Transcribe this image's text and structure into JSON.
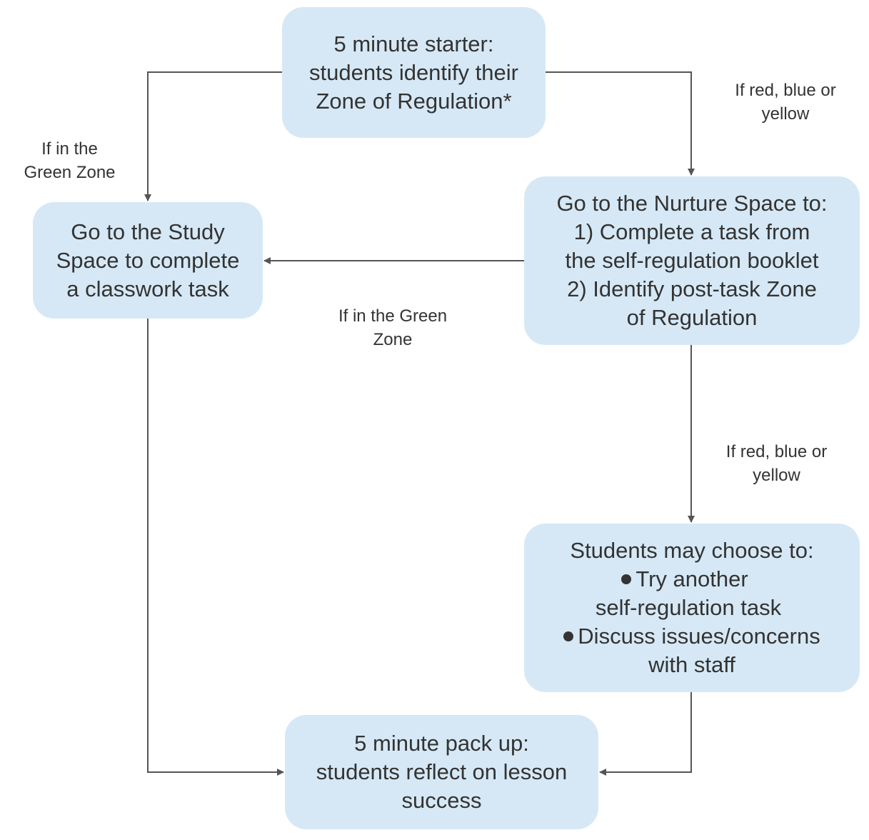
{
  "nodes": {
    "starter": [
      "5 minute starter:",
      "students identify their",
      "Zone of Regulation*"
    ],
    "study": [
      "Go to the Study",
      "Space to complete",
      "a classwork task"
    ],
    "nurture": [
      "Go to the Nurture Space to:",
      "1) Complete a task from",
      "the self-regulation booklet",
      "2) Identify post-task Zone",
      "of Regulation"
    ],
    "choose": {
      "heading": "Students may choose to:",
      "option1": [
        "Try another",
        "self-regulation task"
      ],
      "option2": [
        "Discuss issues/concerns",
        "with staff"
      ]
    },
    "packup": [
      "5 minute pack up:",
      "students reflect on lesson",
      "success"
    ]
  },
  "edge_labels": {
    "starter_to_study": [
      "If in the",
      "Green Zone"
    ],
    "starter_to_nurture": [
      "If red, blue or",
      "yellow"
    ],
    "nurture_to_study": [
      "If in the Green",
      "Zone"
    ],
    "nurture_to_choose": [
      "If red, blue or",
      "yellow"
    ]
  },
  "colors": {
    "box_fill": "#d6e8f5",
    "text": "#333333",
    "connector": "#555555"
  }
}
